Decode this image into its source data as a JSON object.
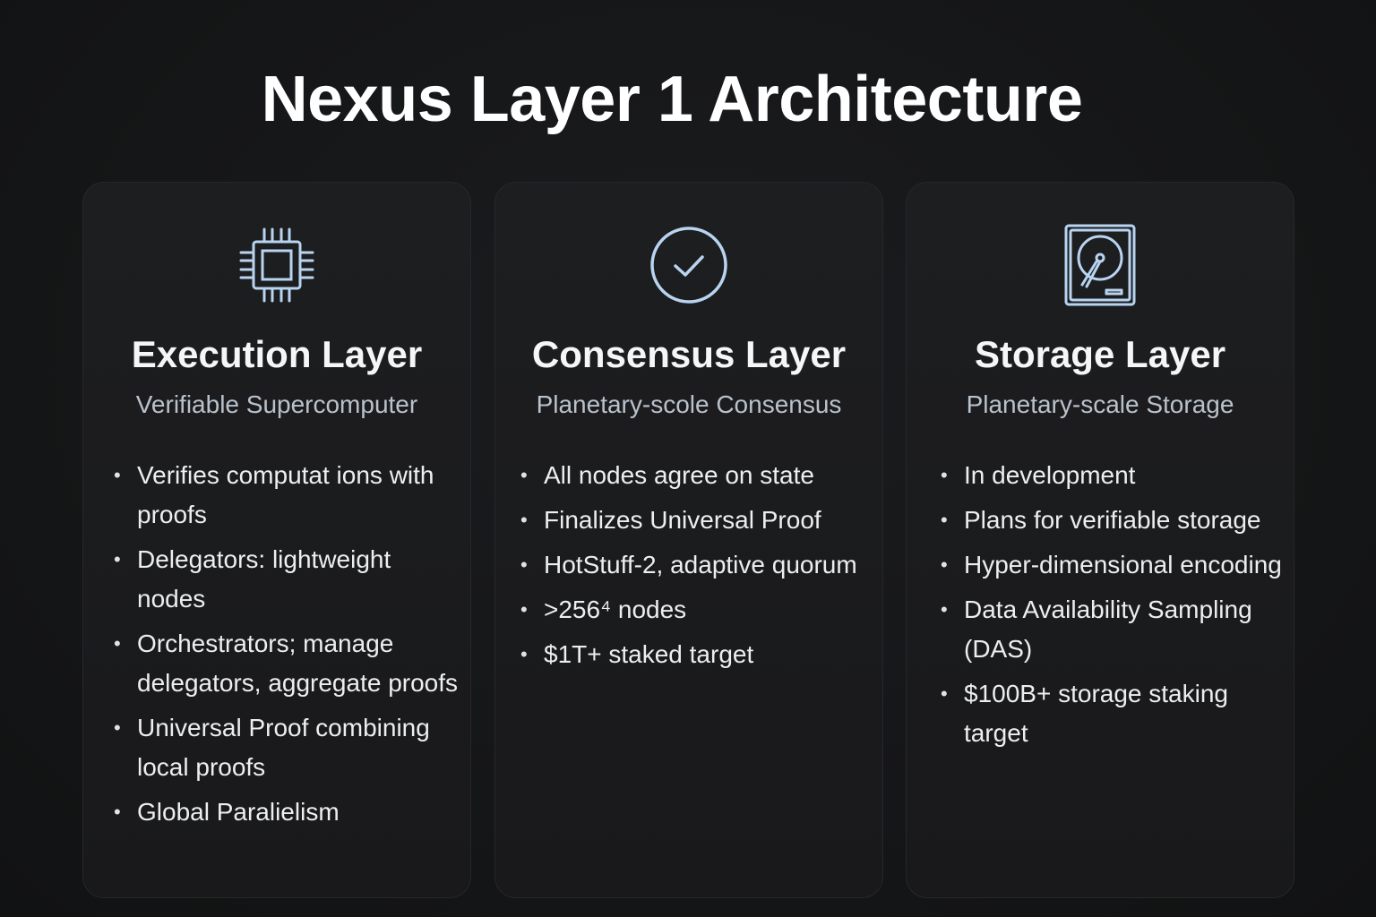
{
  "title": "Nexus Layer 1 Architecture",
  "colors": {
    "background": "#141516",
    "card": "#1c1d1f",
    "icon_stroke": "#b9d4f0",
    "subtitle": "#b9c2cc"
  },
  "cards": [
    {
      "icon": "cpu-chip-icon",
      "title": "Execution Layer",
      "subtitle": "Verifiable Supercomputer",
      "bullets": [
        "Verifies computat ions with proofs",
        "Delegators: lightweight nodes",
        "Orchestrators; manage delegators, aggregate proofs",
        "Universal Proof combining local proofs",
        "Global Paralielism"
      ]
    },
    {
      "icon": "check-circle-icon",
      "title": "Consensus Layer",
      "subtitle": "Planetary-scole Consensus",
      "bullets": [
        "All nodes agree on state",
        "Finalizes Universal Proof",
        "HotStuff-2, adaptive quorum",
        ">256⁴ nodes",
        "$1T+ staked target"
      ]
    },
    {
      "icon": "hard-drive-icon",
      "title": "Storage Layer",
      "subtitle": "Planetary-scale Storage",
      "bullets": [
        "In development",
        "Plans for verifiable storage",
        "Hyper-dimensional encoding",
        "Data Availability Sampling (DAS)",
        "$100B+ storage staking target"
      ]
    }
  ]
}
